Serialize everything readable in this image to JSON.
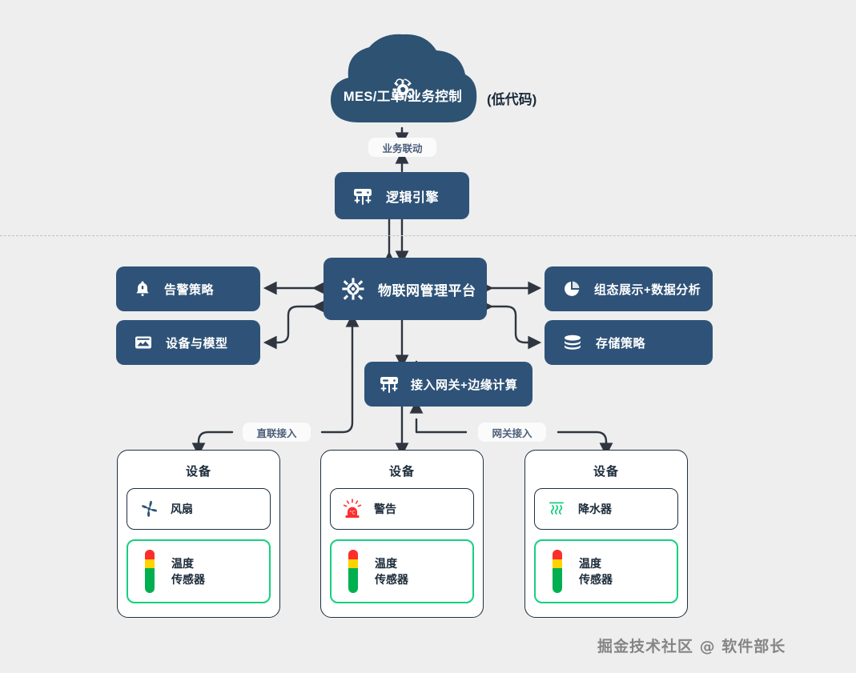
{
  "theme": {
    "bg": "#eeeeee",
    "node_fill": "#2f5378",
    "cloud_fill": "#2d5272",
    "wire": "#2f3640",
    "accent_green": "#16d07e",
    "label_text": "#4a5f7a",
    "dark_text": "#1c2b3a"
  },
  "cloud": {
    "label": "MES/工单/业务控制",
    "icon": "cloud-gear-icon",
    "side_note": "(低代码)"
  },
  "edges": {
    "business_linkage": "业务联动",
    "direct_access": "直联接入",
    "gateway_access": "网关接入"
  },
  "nodes": {
    "logic_engine": {
      "label": "逻辑引擎",
      "icon": "gateway-icon"
    },
    "platform": {
      "label": "物联网管理平台",
      "icon": "gear-icon"
    },
    "alarm_policy": {
      "label": "告警策略",
      "icon": "bell-icon"
    },
    "device_model": {
      "label": "设备与模型",
      "icon": "device-model-icon"
    },
    "visualization": {
      "label": "组态展示+数据分析",
      "icon": "pie-chart-icon"
    },
    "storage_policy": {
      "label": "存储策略",
      "icon": "database-icon"
    },
    "gateway_edge": {
      "label": "接入网关+边缘计算",
      "icon": "gateway-icon"
    }
  },
  "devices": [
    {
      "title": "设备",
      "actuator": {
        "label": "风扇",
        "icon": "fan-icon"
      },
      "sensor": {
        "line1": "温度",
        "line2": "传感器",
        "icon": "temperature-sensor-icon"
      }
    },
    {
      "title": "设备",
      "actuator": {
        "label": "警告",
        "icon": "alarm-beacon-icon"
      },
      "sensor": {
        "line1": "温度",
        "line2": "传感器",
        "icon": "temperature-sensor-icon"
      }
    },
    {
      "title": "设备",
      "actuator": {
        "label": "降水器",
        "icon": "humidifier-icon"
      },
      "sensor": {
        "line1": "温度",
        "line2": "传感器",
        "icon": "temperature-sensor-icon"
      }
    }
  ],
  "watermark": "掘金技术社区 @ 软件部长"
}
